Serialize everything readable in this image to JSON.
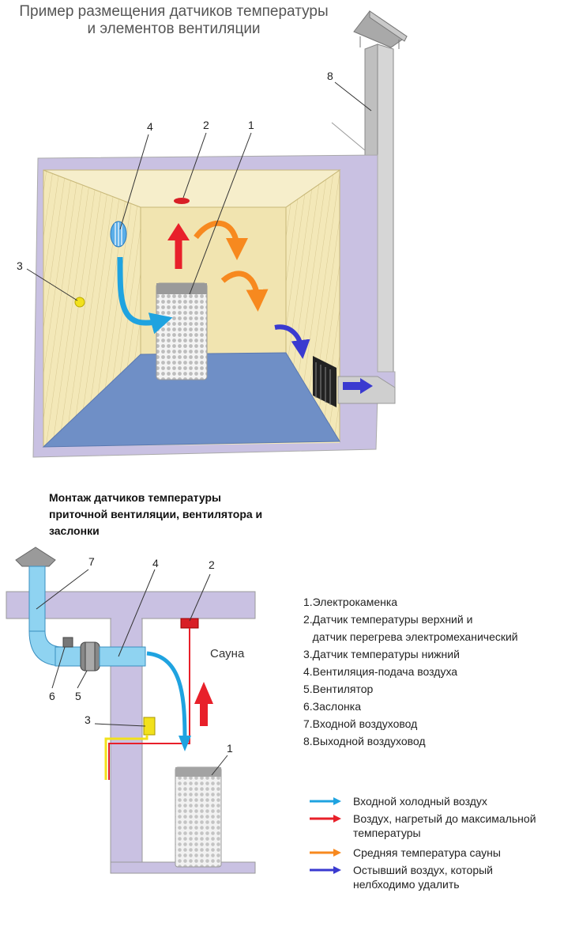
{
  "top_title": [
    "Пример размещения датчиков температуры",
    "и  элементов вентиляции"
  ],
  "bottom_title": [
    "Монтаж датчиков температуры",
    "приточной вентиляции, вентилятора и",
    "заслонки"
  ],
  "top_numbers": [
    "1",
    "2",
    "3",
    "4",
    "8"
  ],
  "bottom_numbers": [
    "1",
    "2",
    "3",
    "4",
    "5",
    "6",
    "7"
  ],
  "sauna_label": "Сауна",
  "legend": [
    "1.Электрокаменка",
    "2.Датчик температуры верхний и",
    "   датчик перегрева электромеханический",
    "3.Датчик температуры нижний",
    "4.Вентиляция-подача воздуха",
    "5.Вентилятор",
    "6.Заслонка",
    "7.Входной воздуховод",
    "8.Выходной воздуховод"
  ],
  "arrow_key": [
    {
      "text": "Входной холодный воздух",
      "color": "#1fa3e0"
    },
    {
      "text": "Воздух, нагретый до максимальной температуры",
      "color": "#e8202a"
    },
    {
      "text": "Средняя температура сауны",
      "color": "#f7891f"
    },
    {
      "text": "Остывший воздух, который нелбходимо удалить",
      "color": "#3a3ad0"
    }
  ],
  "colors": {
    "wall_frame": "#c9c1e2",
    "wood": "#f3e8b8",
    "floor": "#6f8fc6",
    "cold": "#1fa3e0",
    "hot": "#e8202a",
    "medium": "#f7891f",
    "cooled": "#3a3ad0",
    "sensor_low": "#f2e11b"
  }
}
